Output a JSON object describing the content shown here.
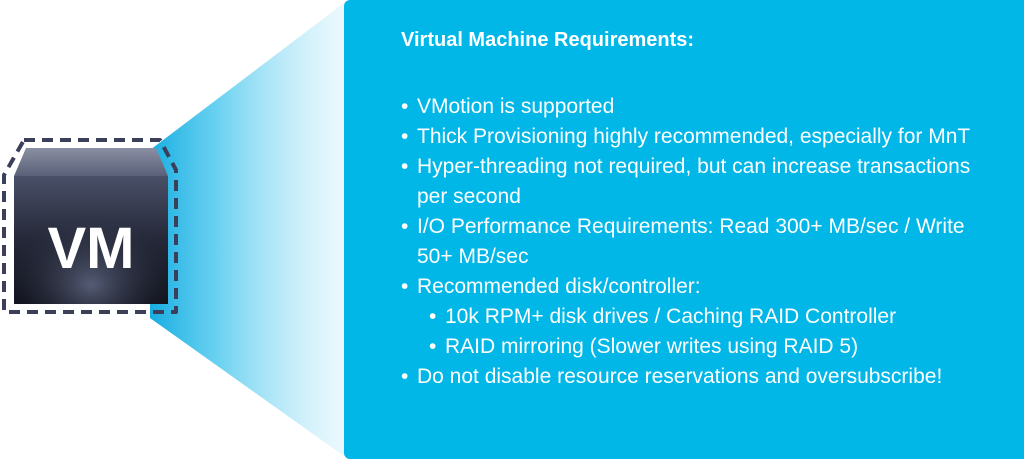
{
  "vm_icon": {
    "label": "VM",
    "icon": "vm-cube-icon"
  },
  "panel": {
    "title": "Virtual Machine Requirements:",
    "items": [
      {
        "text": "VMotion is supported"
      },
      {
        "text": "Thick Provisioning highly recommended, especially for MnT"
      },
      {
        "text": "Hyper-threading not required, but can increase transactions per second"
      },
      {
        "text": "I/O Performance Requirements: Read 300+ MB/sec / Write 50+ MB/sec"
      },
      {
        "text": "Recommended disk/controller:",
        "subitems": [
          {
            "text": "10k RPM+ disk drives / Caching RAID Controller"
          },
          {
            "text": "RAID mirroring (Slower writes using RAID 5)"
          }
        ]
      },
      {
        "text": "Do not disable resource reservations and oversubscribe!"
      }
    ]
  },
  "colors": {
    "panel_background": "#00b7e8",
    "panel_text": "#ffffff",
    "cube_dark": "#1e2231",
    "dashed_outline": "#3b3f5a"
  }
}
